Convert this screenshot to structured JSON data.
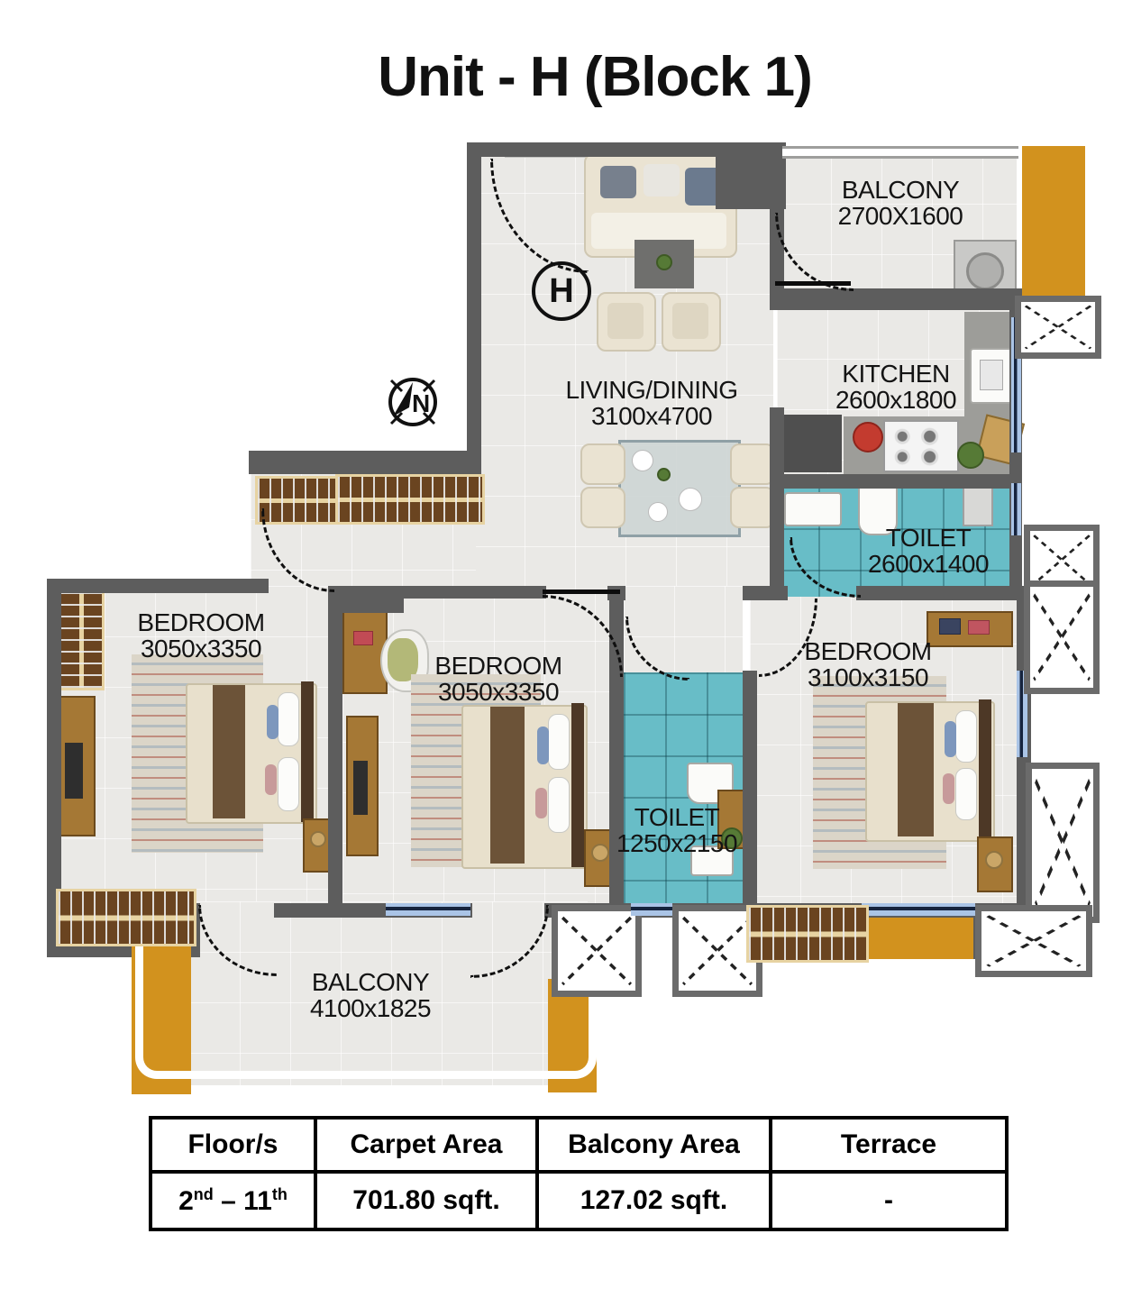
{
  "title": "Unit - H (Block 1)",
  "unit_marker": "H",
  "compass_label": "N",
  "rooms": {
    "balcony_top": {
      "name": "BALCONY",
      "dims": "2700X1600"
    },
    "kitchen": {
      "name": "KITCHEN",
      "dims": "2600x1800"
    },
    "living_dining": {
      "name": "LIVING/DINING",
      "dims": "3100x4700"
    },
    "toilet_top": {
      "name": "TOILET",
      "dims": "2600x1400"
    },
    "bedroom_left": {
      "name": "BEDROOM",
      "dims": "3050x3350"
    },
    "bedroom_middle": {
      "name": "BEDROOM",
      "dims": "3050x3350"
    },
    "bedroom_right": {
      "name": "BEDROOM",
      "dims": "3100x3150"
    },
    "toilet_middle": {
      "name": "TOILET",
      "dims": "1250x2150"
    },
    "balcony_bottom": {
      "name": "BALCONY",
      "dims": "4100x1825"
    }
  },
  "area_table": {
    "headers": [
      "Floor/s",
      "Carpet Area",
      "Balcony Area",
      "Terrace"
    ],
    "row": {
      "floors_from": "2",
      "floors_from_sup": "nd",
      "floors_sep": " – ",
      "floors_to": "11",
      "floors_to_sup": "th",
      "carpet_area": "701.80 sqft.",
      "balcony_area": "127.02 sqft.",
      "terrace": "-"
    }
  },
  "colors": {
    "wall": "#5d5d5d",
    "floor": "#eae9e6",
    "toilet_floor": "#68bdc7",
    "exterior_accent": "#d2921e",
    "wood": "#a57835",
    "window": "#aac4e6"
  }
}
